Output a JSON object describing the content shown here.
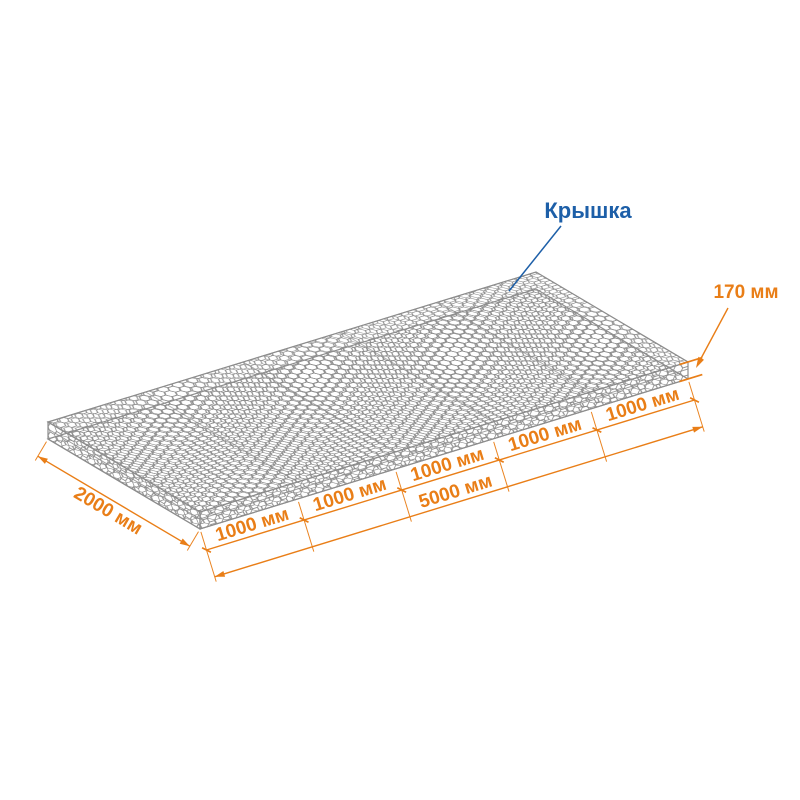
{
  "diagram": {
    "lid_label": "Крышка",
    "thickness_label": "170 мм",
    "width_label": "2000 мм",
    "total_length_label": "5000 мм",
    "segment_labels": [
      "1000 мм",
      "1000 мм",
      "1000 мм",
      "1000 мм",
      "1000 мм"
    ]
  },
  "colors": {
    "dimension": "#e97e17",
    "callout": "#1d5fa8",
    "mesh": "#8d8d8d"
  }
}
